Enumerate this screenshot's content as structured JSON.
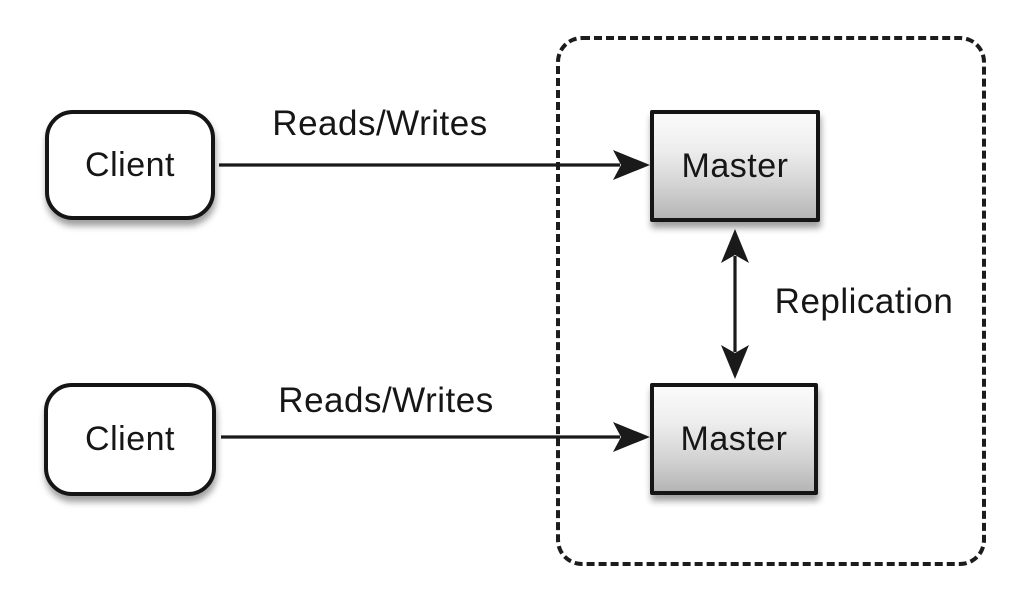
{
  "diagram": {
    "type": "architecture-diagram",
    "topic": "master-master-replication",
    "nodes": [
      {
        "id": "client-top",
        "label": "Client",
        "shape": "rounded-rect",
        "fill": "#ffffff"
      },
      {
        "id": "client-bottom",
        "label": "Client",
        "shape": "rounded-rect",
        "fill": "#ffffff"
      },
      {
        "id": "master-top",
        "label": "Master",
        "shape": "rect",
        "fill_gradient": [
          "#fbfbfb",
          "#b5b5b5"
        ]
      },
      {
        "id": "master-bottom",
        "label": "Master",
        "shape": "rect",
        "fill_gradient": [
          "#fbfbfb",
          "#b5b5b5"
        ]
      }
    ],
    "edges": [
      {
        "from": "client-top",
        "to": "master-top",
        "label": "Reads/Writes",
        "direction": "one-way"
      },
      {
        "from": "client-bottom",
        "to": "master-bottom",
        "label": "Reads/Writes",
        "direction": "one-way"
      },
      {
        "from": "master-top",
        "to": "master-bottom",
        "label": "Replication",
        "direction": "two-way"
      }
    ],
    "group": {
      "style": "dashed-rounded-rect",
      "contains": [
        "master-top",
        "master-bottom"
      ]
    },
    "colors": {
      "background": "#ffffff",
      "line": "#1a1a1a",
      "text": "#161616",
      "node_border": "#151515"
    }
  }
}
